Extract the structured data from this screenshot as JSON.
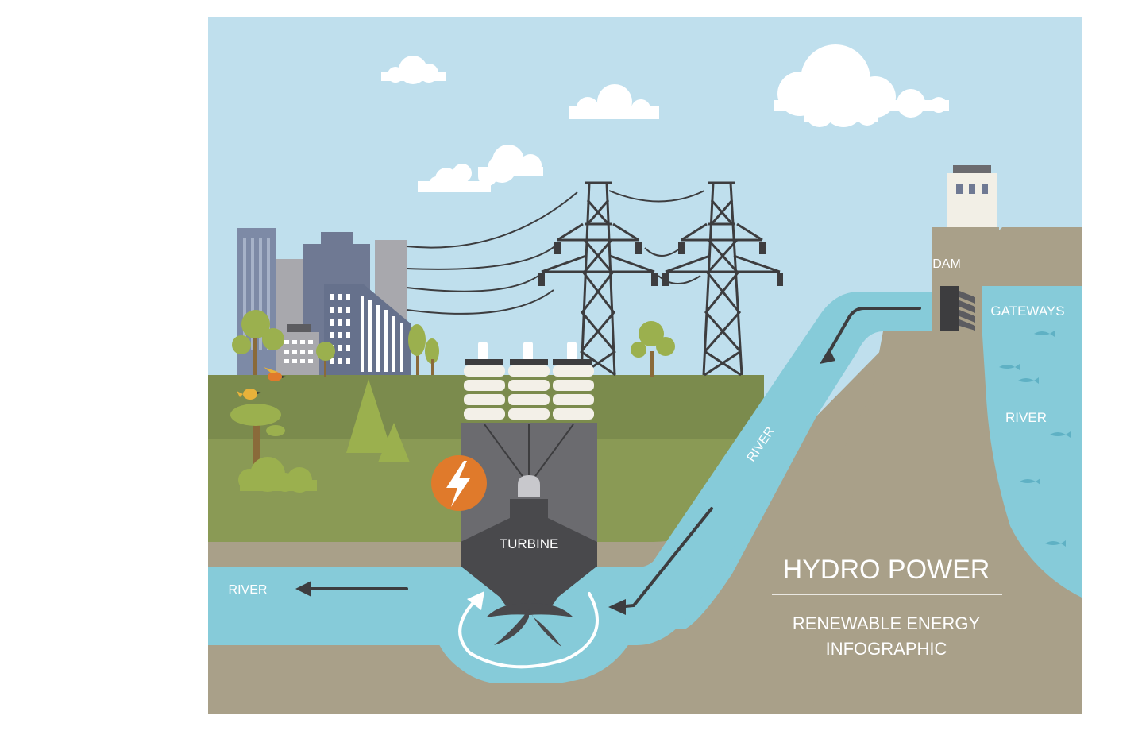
{
  "labels": {
    "dam": "DAM",
    "gateways": "GATEWAYS",
    "river_reservoir": "RIVER",
    "river_slope": "RIVER",
    "river_outflow": "RIVER",
    "turbine": "TURBINE"
  },
  "title": {
    "main": "HYDRO POWER",
    "line1": "RENEWABLE ENERGY",
    "line2": "INFOGRAPHIC"
  },
  "icons": {
    "power": "lightning-bolt-icon"
  },
  "colors": {
    "sky": "#bfdfed",
    "grass_dark": "#7b8b4d",
    "grass_light": "#8a9a55",
    "ground": "#a9a089",
    "water": "#86cbd9",
    "turbine": "#6b6b6f",
    "accent_orange": "#e07a2b",
    "arrow": "#3d3d3f"
  }
}
